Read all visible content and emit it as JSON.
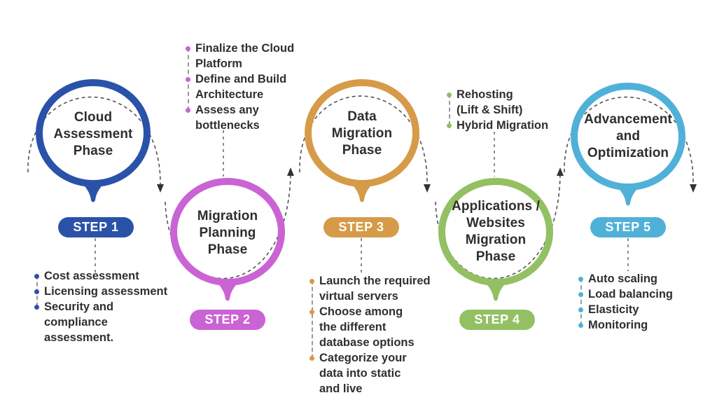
{
  "steps": [
    {
      "badge": "STEP 1",
      "phase": "Cloud\nAssessment\nPhase",
      "accent_color": "#2a52a8",
      "flow_arrow_icon": "arrow-down-icon",
      "bullets": [
        "Cost assessment",
        "Licensing assessment",
        "Security and\ncompliance\nassessment."
      ]
    },
    {
      "badge": "STEP 2",
      "phase": "Migration\nPlanning\nPhase",
      "accent_color": "#ca63d4",
      "flow_arrow_icon": "arrow-up-icon",
      "bullets": [
        "Finalize the Cloud\nPlatform",
        "Define and Build\nArchitecture",
        "Assess any\nbottlenecks"
      ]
    },
    {
      "badge": "STEP 3",
      "phase": "Data\nMigration\nPhase",
      "accent_color": "#d69b48",
      "flow_arrow_icon": "arrow-down-icon",
      "bullets": [
        "Launch the required\nvirtual servers",
        "Choose among\nthe different\ndatabase options",
        "Categorize your\ndata into static\nand live"
      ]
    },
    {
      "badge": "STEP 4",
      "phase": "Applications /\nWebsites\nMigration\nPhase",
      "accent_color": "#93c063",
      "flow_arrow_icon": "arrow-up-icon",
      "bullets": [
        "Rehosting\n(Lift & Shift)",
        "Hybrid Migration"
      ]
    },
    {
      "badge": "STEP 5",
      "phase": "Advancement\nand\nOptimization",
      "accent_color": "#4fb1d8",
      "flow_arrow_icon": "arrow-down-icon",
      "bullets": [
        "Auto scaling",
        "Load balancing",
        "Elasticity",
        "Monitoring"
      ]
    }
  ],
  "style_colors": {
    "text": "#2f2f2f",
    "dashed_lines": "#555555",
    "background": "#ffffff"
  }
}
